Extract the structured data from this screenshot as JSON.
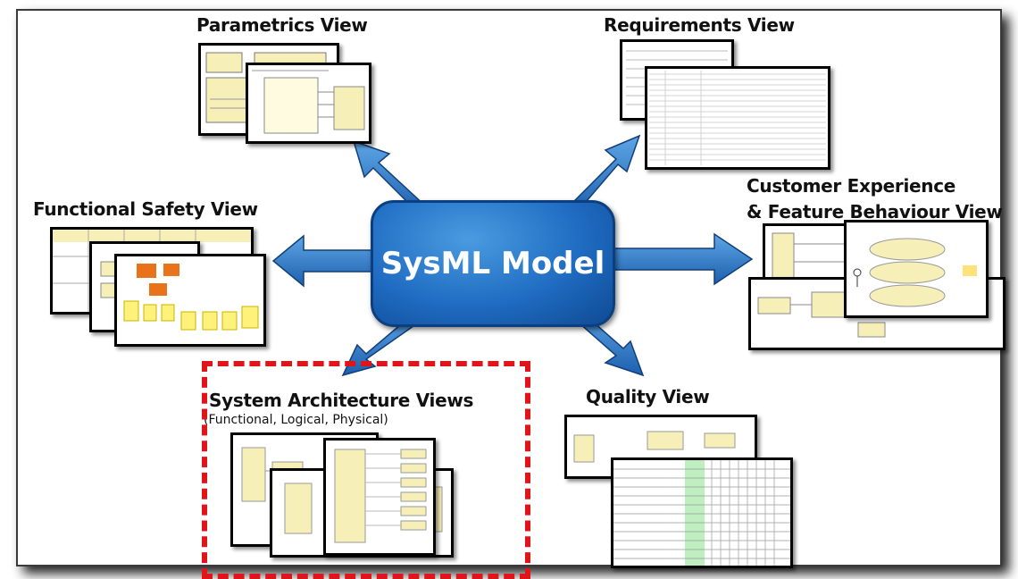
{
  "hub": {
    "label": "SysML Model"
  },
  "views": {
    "parametrics": "Parametrics View",
    "requirements": "Requirements View",
    "customer_line1": "Customer Experience",
    "customer_line2": "& Feature Behaviour View",
    "functional_safety": "Functional Safety View",
    "system_architecture": "System Architecture Views",
    "system_architecture_sub": "(Functional, Logical, Physical)",
    "quality": "Quality View"
  },
  "colors": {
    "hub": "#1f6cc2",
    "arrow": "#2a73c4",
    "highlight_dash": "#e0151a",
    "note_yellow": "#f6efb8",
    "safety_orange": "#e8731a",
    "quality_green": "#bfeec0"
  }
}
